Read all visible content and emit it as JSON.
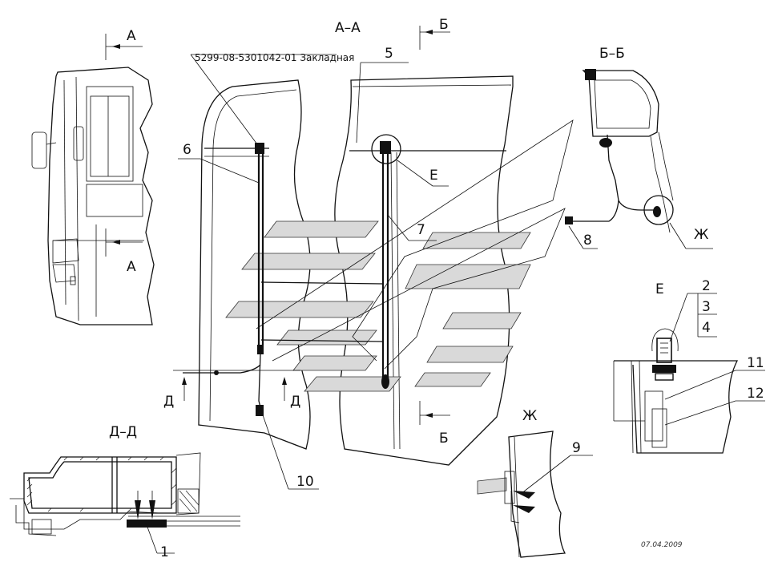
{
  "drawing": {
    "date": "07.04.2009",
    "part_note": "5299-08-5301042-01 Закладная",
    "section_labels": {
      "aa": "А–А",
      "bb": "Б–Б",
      "dd": "Д–Д",
      "e_detail": "Е",
      "zh_detail": "Ж"
    },
    "cut_markers": {
      "a_top": "А",
      "a_bottom": "А",
      "b_top": "Б",
      "b_bottom": "Б",
      "d_left": "Д",
      "d_right": "Д",
      "e_callout": "Е",
      "zh_callout": "Ж"
    },
    "callouts": {
      "n1": "1",
      "n2": "2",
      "n3": "3",
      "n4": "4",
      "n5": "5",
      "n6": "6",
      "n7": "7",
      "n8": "8",
      "n9": "9",
      "n10": "10",
      "n11": "11",
      "n12": "12"
    }
  }
}
